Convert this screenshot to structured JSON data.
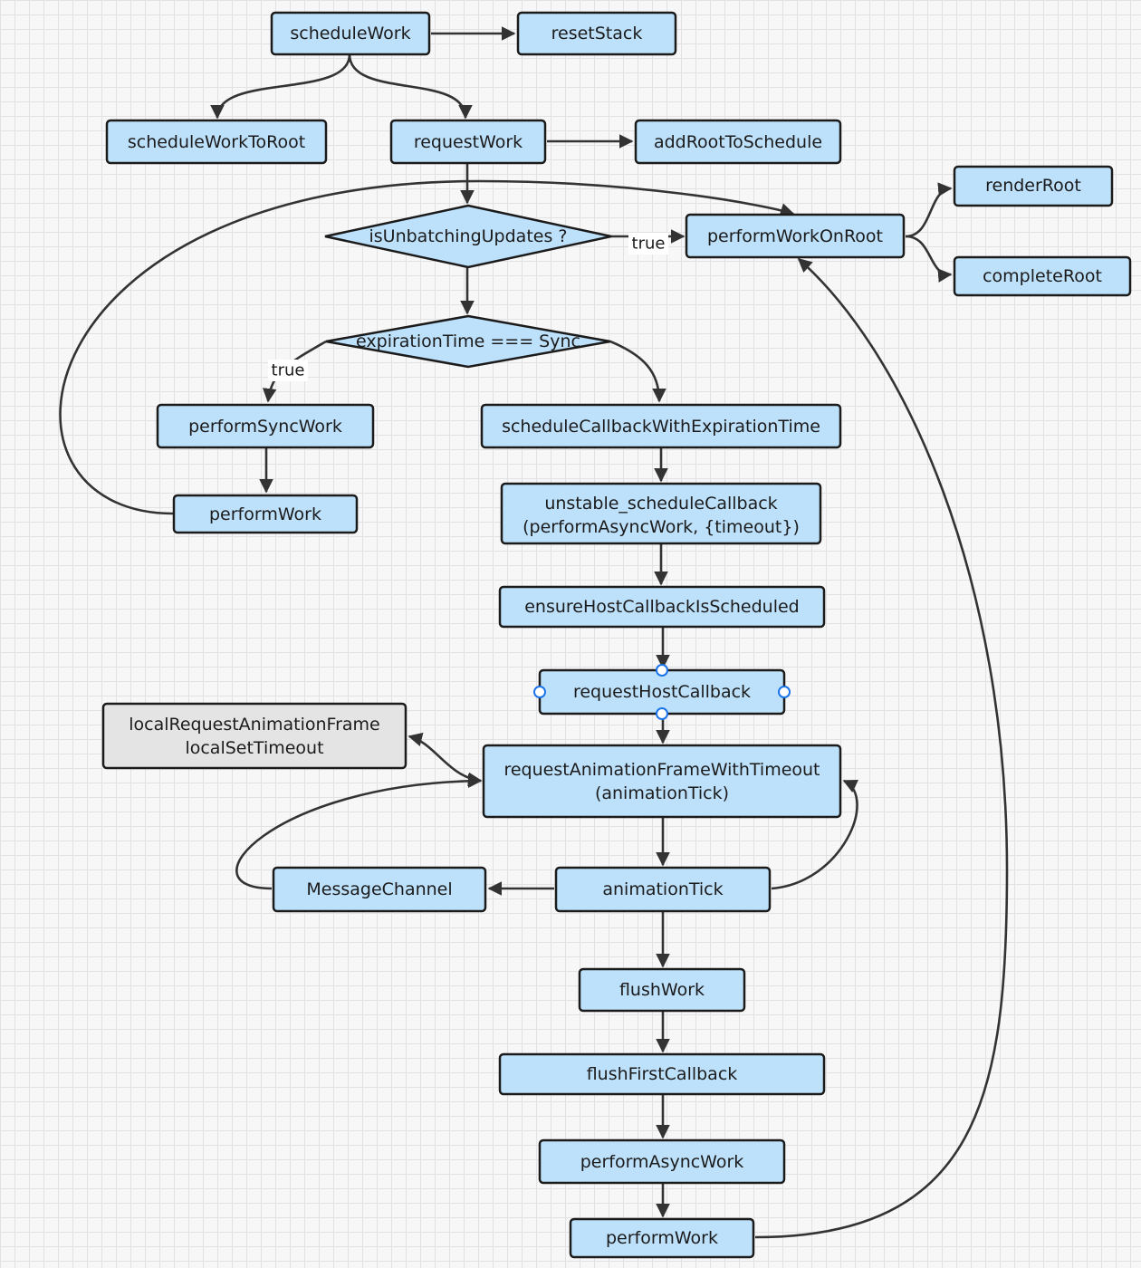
{
  "diagram": {
    "nodes": {
      "scheduleWork": {
        "lines": [
          "scheduleWork"
        ]
      },
      "resetStack": {
        "lines": [
          "resetStack"
        ]
      },
      "scheduleWorkToRoot": {
        "lines": [
          "scheduleWorkToRoot"
        ]
      },
      "requestWork": {
        "lines": [
          "requestWork"
        ]
      },
      "addRootToSchedule": {
        "lines": [
          "addRootToSchedule"
        ]
      },
      "renderRoot": {
        "lines": [
          "renderRoot"
        ]
      },
      "isUnbatchingUpdates": {
        "lines": [
          "isUnbatchingUpdates ?"
        ]
      },
      "performWorkOnRoot": {
        "lines": [
          "performWorkOnRoot"
        ]
      },
      "completeRoot": {
        "lines": [
          "completeRoot"
        ]
      },
      "expirationTimeSync": {
        "lines": [
          "expirationTime === Sync"
        ]
      },
      "performSyncWork": {
        "lines": [
          "performSyncWork"
        ]
      },
      "scheduleCallbackWithExpirationTime": {
        "lines": [
          "scheduleCallbackWithExpirationTime"
        ]
      },
      "performWorkLeft": {
        "lines": [
          "performWork"
        ]
      },
      "unstableScheduleCallback": {
        "lines": [
          "unstable_scheduleCallback",
          "(performAsyncWork, {timeout})"
        ]
      },
      "ensureHostCallbackIsScheduled": {
        "lines": [
          "ensureHostCallbackIsScheduled"
        ]
      },
      "requestHostCallback": {
        "lines": [
          "requestHostCallback"
        ]
      },
      "localRequestAnimationFrame": {
        "lines": [
          "localRequestAnimationFrame",
          "localSetTimeout"
        ]
      },
      "requestAnimationFrameWithTimeout": {
        "lines": [
          "requestAnimationFrameWithTimeout",
          "(animationTick)"
        ]
      },
      "messageChannel": {
        "lines": [
          "MessageChannel"
        ]
      },
      "animationTick": {
        "lines": [
          "animationTick"
        ]
      },
      "flushWork": {
        "lines": [
          "flushWork"
        ]
      },
      "flushFirstCallback": {
        "lines": [
          "flushFirstCallback"
        ]
      },
      "performAsyncWork": {
        "lines": [
          "performAsyncWork"
        ]
      },
      "performWorkBottom": {
        "lines": [
          "performWork"
        ]
      }
    },
    "edge_labels": {
      "unbatching_true": "true",
      "sync_true": "true"
    },
    "colors": {
      "node_fill": "#bde0fb",
      "node_fill_gray": "#e4e4e4",
      "stroke": "#1b1b1b",
      "edge": "#333333",
      "selection_handle": "#1a73e8"
    }
  }
}
